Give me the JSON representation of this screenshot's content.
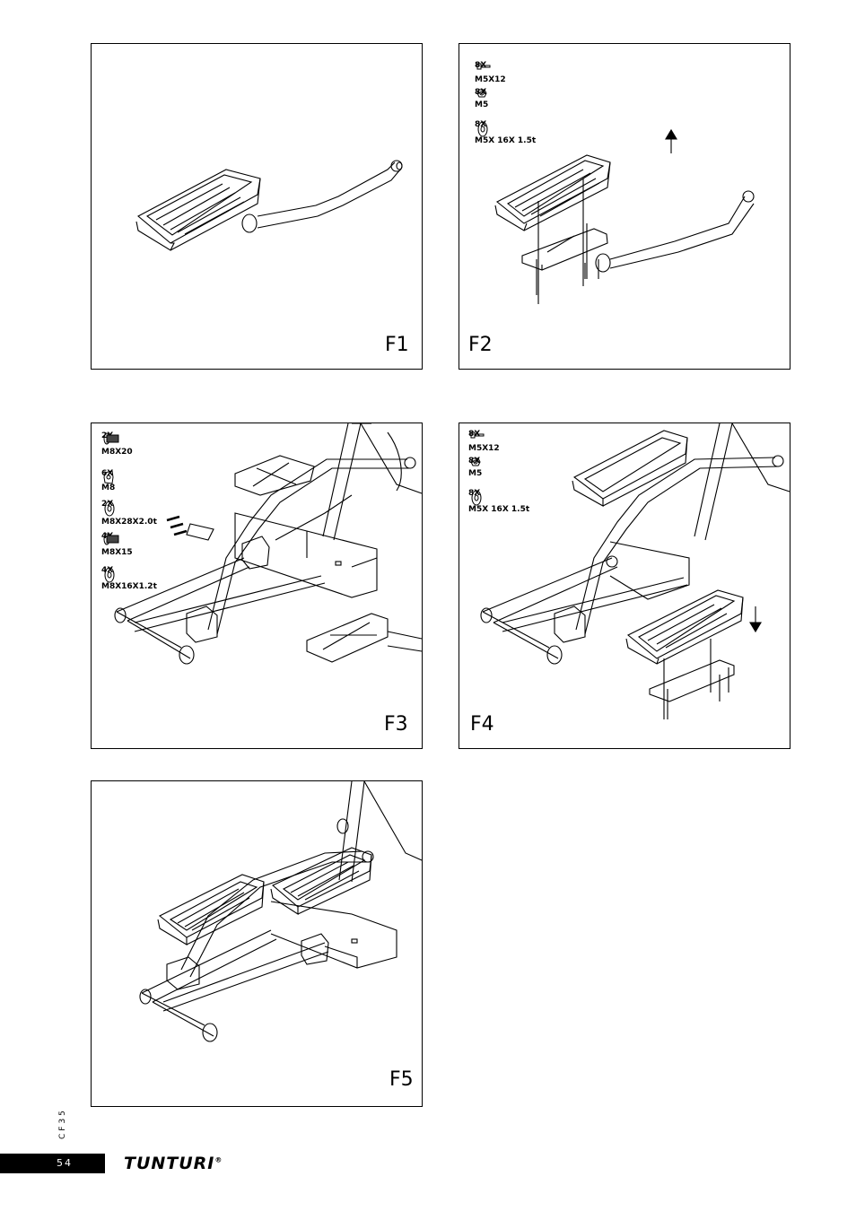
{
  "figures": {
    "f1": {
      "label": "F1"
    },
    "f2": {
      "label": "F2",
      "parts": [
        {
          "qty": "8X",
          "spec": "M5X12",
          "icon": "screw-icon"
        },
        {
          "qty": "8X",
          "spec": "M5",
          "icon": "nut-icon"
        },
        {
          "qty": "8X",
          "spec": "M5X 16X 1.5t",
          "icon": "washer-icon"
        }
      ],
      "arrow": "up-arrow-icon"
    },
    "f3": {
      "label": "F3",
      "parts": [
        {
          "qty": "2X",
          "spec": "M8X20",
          "icon": "bolt-icon"
        },
        {
          "qty": "6X",
          "spec": "M8",
          "icon": "nut-icon"
        },
        {
          "qty": "2X",
          "spec": "M8X28X2.0t",
          "icon": "washer-icon"
        },
        {
          "qty": "4X",
          "spec": "M8X15",
          "icon": "bolt-icon"
        },
        {
          "qty": "4X",
          "spec": "M8X16X1.2t",
          "icon": "washer-icon"
        }
      ]
    },
    "f4": {
      "label": "F4",
      "parts": [
        {
          "qty": "8X",
          "spec": "M5X12",
          "icon": "screw-icon"
        },
        {
          "qty": "8X",
          "spec": "M5",
          "icon": "nut-icon"
        },
        {
          "qty": "8X",
          "spec": "M5X 16X 1.5t",
          "icon": "washer-icon"
        }
      ],
      "arrow": "down-arrow-icon"
    },
    "f5": {
      "label": "F5"
    }
  },
  "footer": {
    "model_code": "CF35",
    "page_number": "54",
    "brand": "TUNTURI"
  }
}
